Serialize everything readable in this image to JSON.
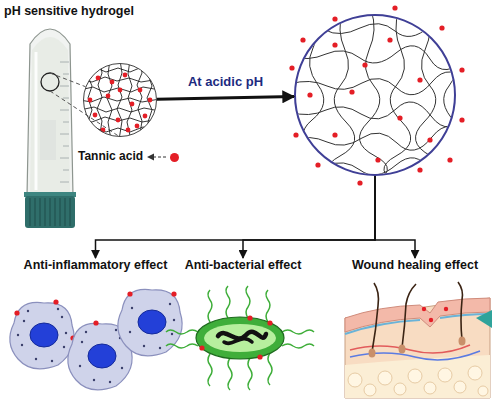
{
  "diagram": {
    "nodes": [
      {
        "text": [
          "pH sensitive hydrogel"
        ]
      },
      {
        "text": []
      },
      {
        "text": []
      },
      {
        "text": [
          "Anti-inflammatory effect"
        ]
      },
      {
        "text": [
          "Anti-bacterial effect"
        ]
      },
      {
        "text": [
          "Wound healing effect"
        ]
      }
    ],
    "edges": [
      {
        "from": 0,
        "to": 1,
        "arrow": "none"
      },
      {
        "from": 1,
        "to": 2,
        "arrow": "to",
        "label": "At acidic pH"
      },
      {
        "from": 2,
        "to": 3,
        "arrow": "to"
      },
      {
        "from": 2,
        "to": 4,
        "arrow": "to"
      },
      {
        "from": 2,
        "to": 5,
        "arrow": "to"
      }
    ],
    "legend": [
      {
        "text": "Tannic acid",
        "color": "#e41e26"
      }
    ]
  }
}
